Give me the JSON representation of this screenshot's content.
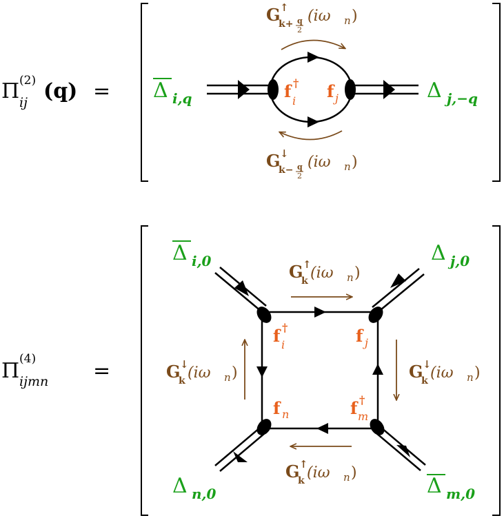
{
  "colors": {
    "line": "#000000",
    "field": "#1aa01a",
    "fermion": "#e8601c",
    "propagator": "#7a4a1a"
  },
  "diagram_top": {
    "lhs_symbol": "Π",
    "lhs_sub": "ij",
    "lhs_sup": "(2)",
    "lhs_arg": "(q)",
    "equals": "=",
    "left_field": {
      "symbol": "Δ",
      "sub": "i,q"
    },
    "right_field": {
      "symbol": "Δ",
      "sub": "j,−q"
    },
    "vertex_left": {
      "symbol": "f",
      "sup": "†",
      "sub": "i"
    },
    "vertex_right": {
      "symbol": "f",
      "sub": "j"
    },
    "upper_propagator": {
      "symbol": "G",
      "sup": "↑",
      "sub": "k+",
      "frac_num": "q",
      "frac_den": "2",
      "arg": "(iω",
      "arg_sub": "n",
      "arg_close": ")"
    },
    "lower_propagator": {
      "symbol": "G",
      "sup": "↓",
      "sub": "k−",
      "frac_num": "q",
      "frac_den": "2",
      "arg": "(iω",
      "arg_sub": "n",
      "arg_close": ")"
    }
  },
  "diagram_bottom": {
    "lhs_symbol": "Π",
    "lhs_sub": "ijmn",
    "lhs_sup": "(4)",
    "equals": "=",
    "field_top_left": {
      "symbol": "Δ",
      "sub": "i,0"
    },
    "field_top_right": {
      "symbol": "Δ",
      "sub": "j,0"
    },
    "field_bottom_left": {
      "symbol": "Δ",
      "sub": "n,0"
    },
    "field_bottom_right": {
      "symbol": "Δ",
      "sub": "m,0"
    },
    "vertex_top_left": {
      "symbol": "f",
      "sup": "†",
      "sub": "i"
    },
    "vertex_top_right": {
      "symbol": "f",
      "sub": "j"
    },
    "vertex_bottom_left": {
      "symbol": "f",
      "sub": "n"
    },
    "vertex_bottom_right": {
      "symbol": "f",
      "sup": "†",
      "sub": "m"
    },
    "prop_top": {
      "symbol": "G",
      "sup": "↑",
      "sub": "k",
      "arg": "(iω",
      "arg_sub": "n",
      "arg_close": ")"
    },
    "prop_bottom": {
      "symbol": "G",
      "sup": "↑",
      "sub": "k",
      "arg": "(iω",
      "arg_sub": "n",
      "arg_close": ")"
    },
    "prop_left": {
      "symbol": "G",
      "sup": "↓",
      "sub": "k",
      "arg": "(iω",
      "arg_sub": "n",
      "arg_close": ")"
    },
    "prop_right": {
      "symbol": "G",
      "sup": "↓",
      "sub": "k",
      "arg": "(iω",
      "arg_sub": "n",
      "arg_close": ")"
    }
  }
}
